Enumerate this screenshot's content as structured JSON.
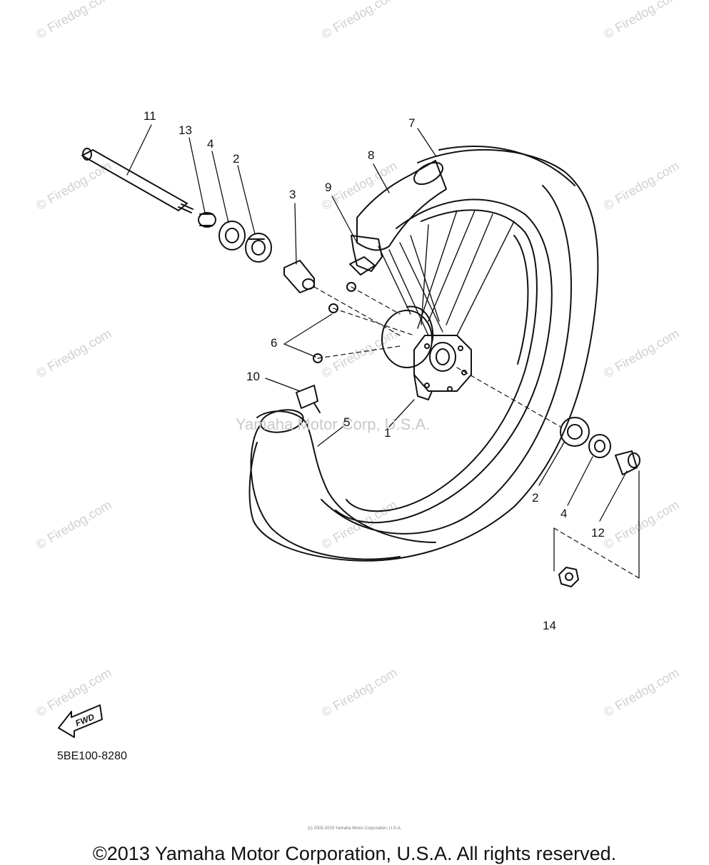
{
  "diagram": {
    "drawing_code": "5BE100-8280",
    "direction_label": "FWD",
    "center_watermark": "Yamaha Motor Corp, U.S.A.",
    "watermark_text": "© Firedog.com",
    "parts": [
      {
        "id": "1",
        "label": "1"
      },
      {
        "id": "2a",
        "label": "2"
      },
      {
        "id": "2b",
        "label": "2"
      },
      {
        "id": "3",
        "label": "3"
      },
      {
        "id": "4a",
        "label": "4"
      },
      {
        "id": "4b",
        "label": "4"
      },
      {
        "id": "5",
        "label": "5"
      },
      {
        "id": "6",
        "label": "6"
      },
      {
        "id": "7",
        "label": "7"
      },
      {
        "id": "8",
        "label": "8"
      },
      {
        "id": "9",
        "label": "9"
      },
      {
        "id": "10",
        "label": "10"
      },
      {
        "id": "11",
        "label": "11"
      },
      {
        "id": "12",
        "label": "12"
      },
      {
        "id": "13",
        "label": "13"
      },
      {
        "id": "14",
        "label": "14"
      }
    ]
  },
  "footer": {
    "copyright": "©2013 Yamaha Motor Corporation, U.S.A. All rights reserved.",
    "small_credit": "(c) 2005-2015 Yamaha Motor Corporation, U.S.A."
  },
  "colors": {
    "ink": "#111111",
    "watermark": "#d0d0d0",
    "background": "#ffffff"
  }
}
